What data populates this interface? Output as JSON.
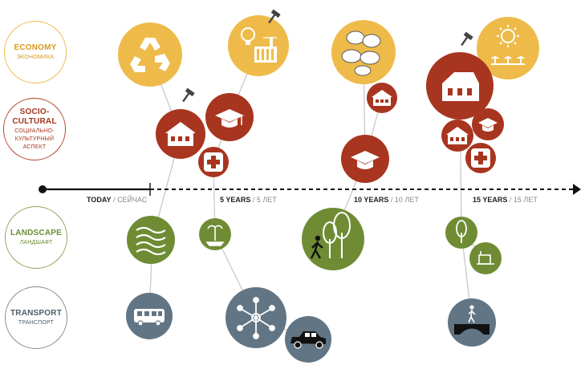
{
  "categories": {
    "economy": {
      "title": "ECONOMY",
      "subtitle": "ЭКОНОМИКА",
      "color": "#eebb4a"
    },
    "socio": {
      "title_1": "SOCIO-",
      "title_2": "CULTURAL",
      "sub_1": "СОЦИАЛЬНО-",
      "sub_2": "КУЛЬТУРНЫЙ",
      "sub_3": "АСПЕКТ",
      "color": "#b1462d"
    },
    "landscape": {
      "title": "LANDSCAPE",
      "subtitle": "ЛАНДШАФТ",
      "color": "#8ea65a"
    },
    "transport": {
      "title": "TRANSPORT",
      "subtitle": "ТРАНСПОРТ",
      "color": "#7f8c98"
    }
  },
  "timeline": {
    "today": {
      "en": "TODAY",
      "ru": "СЕЙЧАС"
    },
    "y5": {
      "en": "5 YEARS",
      "ru": "5 ЛЕТ"
    },
    "y10": {
      "en": "10 YEARS",
      "ru": "10 ЛЕТ"
    },
    "y15": {
      "en": "15 YEARS",
      "ru": "15 ЛЕТ"
    },
    "separator": "/"
  },
  "icons": [
    "recycle-icon",
    "lightbulb-factory-icon",
    "bread-icon",
    "sun-crops-icon",
    "house-icon",
    "graduation-cap-icon",
    "first-aid-icon",
    "greenhouse-icon",
    "waves-icon",
    "fountain-icon",
    "walking-forest-icon",
    "tree-icon",
    "garden-icon",
    "bus-icon",
    "network-icon",
    "car-icon",
    "bridge-icon",
    "hammer-icon"
  ],
  "colors": {
    "economy": "#eebb4a",
    "socio": "#a8351f",
    "landscape": "#6f8c34",
    "transport": "#627584",
    "line": "#c9c9c9"
  }
}
